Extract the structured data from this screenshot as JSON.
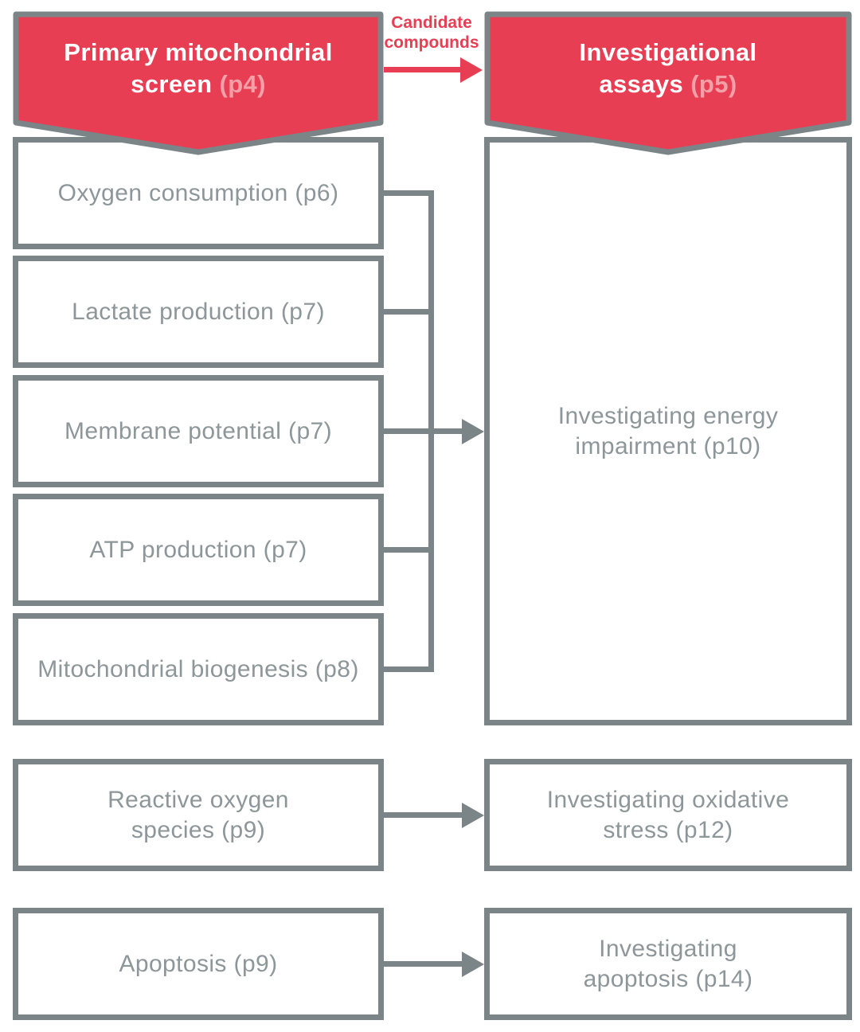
{
  "colors": {
    "brand_red": "#e73e54",
    "page_ref_pink": "#f5a0a8",
    "line_gray": "#7b8487",
    "text_gray": "#8d9699"
  },
  "header": {
    "left_banner": {
      "line1": "Primary mitochondrial",
      "line2": "screen",
      "page": "(p4)"
    },
    "right_banner": {
      "line1": "Investigational",
      "line2": "assays",
      "page": "(p5)"
    },
    "arrow_label": "Candidate compounds"
  },
  "primary_screen": {
    "boxes": [
      {
        "label": "Oxygen consumption (p6)"
      },
      {
        "label": "Lactate production (p7)"
      },
      {
        "label": "Membrane potential (p7)"
      },
      {
        "label": "ATP production (p7)"
      },
      {
        "label": "Mitochondrial biogenesis (p8)"
      }
    ]
  },
  "investigational_assays": {
    "energy": {
      "line1": "Investigating energy",
      "line2": "impairment (p10)"
    },
    "oxidative": {
      "line1": "Investigating oxidative",
      "line2": "stress (p12)"
    },
    "apoptosis": {
      "line1": "Investigating",
      "line2": "apoptosis (p14)"
    }
  },
  "secondary_screen": {
    "ros": {
      "line1": "Reactive oxygen",
      "line2": "species (p9)"
    },
    "apoptosis": {
      "label": "Apoptosis (p9)"
    }
  }
}
